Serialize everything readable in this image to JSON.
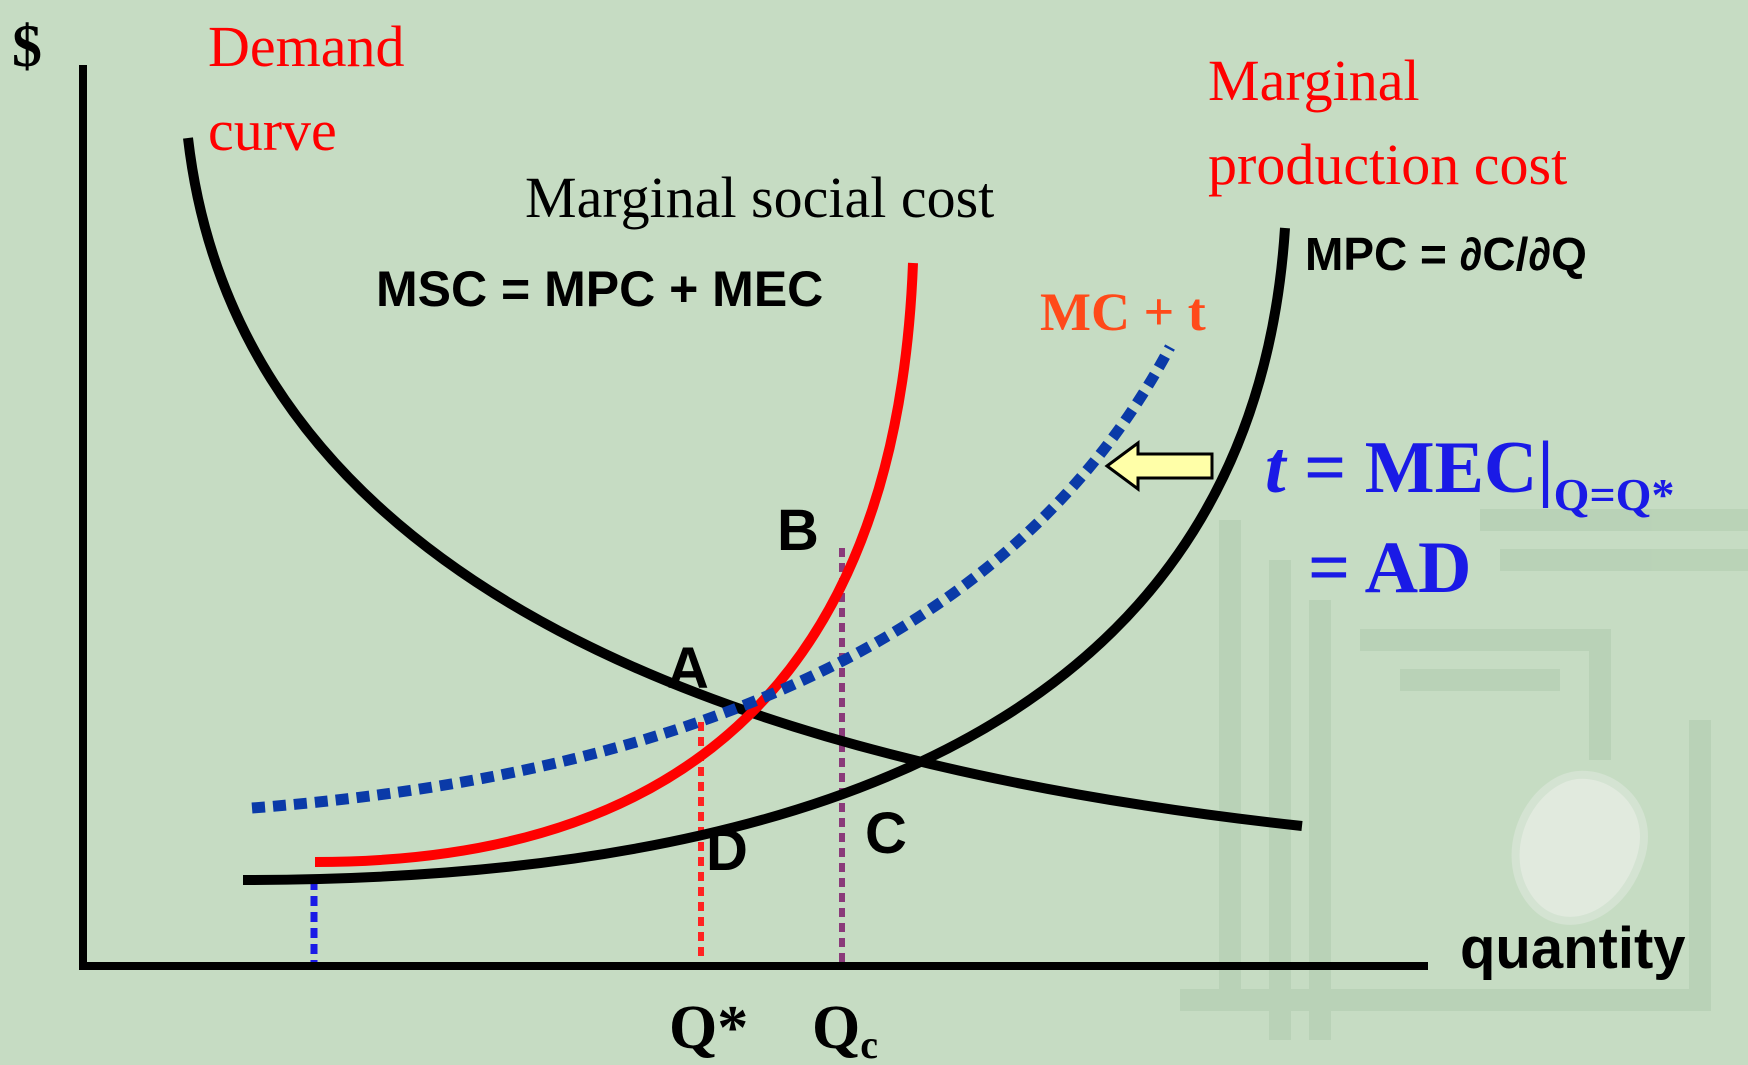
{
  "axes": {
    "y_label": "$",
    "x_label": "quantity",
    "x_ticks": [
      "Q*",
      "Q",
      "c"
    ]
  },
  "curves": {
    "demand": [
      "Demand",
      "curve"
    ],
    "mpc_title": [
      "Marginal",
      "production cost"
    ],
    "mpc_formula": "MPC = ∂C/∂Q",
    "msc_title": "Marginal social cost",
    "msc_formula": "MSC = MPC + MEC",
    "mct": "MC + t"
  },
  "points": {
    "A": "A",
    "B": "B",
    "C": "C",
    "D": "D"
  },
  "tax": {
    "t": "t",
    "eq1": " = MEC|",
    "eq1_sub": "Q=Q*",
    "eq2": "= AD"
  },
  "colors": {
    "background": "#c6dcc3",
    "pattern": "#b8d2b6",
    "demand": "#000000",
    "mpc": "#000000",
    "msc": "#ff0000",
    "mct": "#0a3aa8",
    "label_red": "#ff0000",
    "label_orange": "#ff4a1a",
    "label_blue": "#1a1ae6",
    "arrow_fill": "#ffffa8",
    "qc_line": "#8a3a7a"
  }
}
